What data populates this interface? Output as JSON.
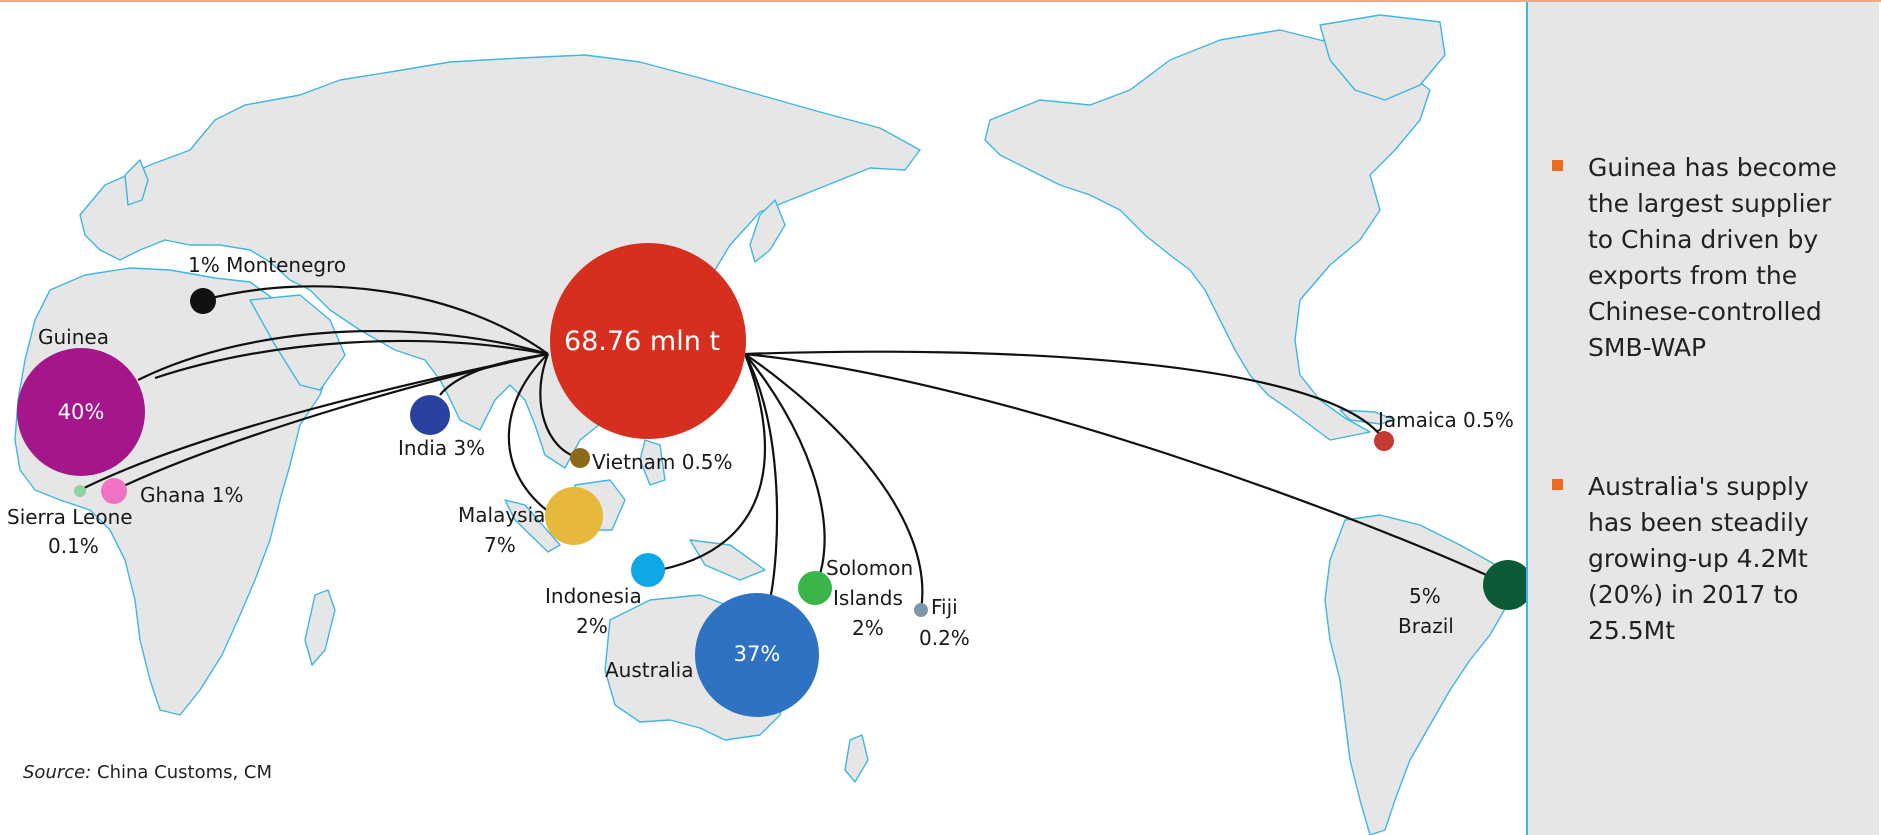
{
  "hub": {
    "label": "68.76 mln t",
    "color": "#d62f1f"
  },
  "origins": [
    {
      "id": "guinea",
      "name": "Guinea",
      "share": "40%",
      "color": "#a4168a"
    },
    {
      "id": "australia",
      "name": "Australia",
      "share": "37%",
      "color": "#2f72c4"
    },
    {
      "id": "malaysia",
      "name": "Malaysia",
      "share": "7%",
      "color": "#e6b83c"
    },
    {
      "id": "brazil",
      "name": "Brazil",
      "share": "5%",
      "color": "#0d5b36"
    },
    {
      "id": "india",
      "name": "India",
      "share": "3%",
      "color": "#2a41a0"
    },
    {
      "id": "indonesia",
      "name": "Indonesia",
      "share": "2%",
      "color": "#0fa7e8"
    },
    {
      "id": "solomon",
      "name": "Solomon Islands",
      "share": "2%",
      "color": "#3ab54a"
    },
    {
      "id": "montenegro",
      "name": "Montenegro",
      "share": "1%",
      "color": "#111111"
    },
    {
      "id": "ghana",
      "name": "Ghana",
      "share": "1%",
      "color": "#ef73c1"
    },
    {
      "id": "vietnam",
      "name": "Vietnam",
      "share": "0.5%",
      "color": "#8b6a1a"
    },
    {
      "id": "jamaica",
      "name": "Jamaica",
      "share": "0.5%",
      "color": "#c63a33"
    },
    {
      "id": "fiji",
      "name": "Fiji",
      "share": "0.2%",
      "color": "#7f97ab"
    },
    {
      "id": "sierraleone",
      "name": "Sierra Leone",
      "share": "0.1%",
      "color": "#8fd3a0"
    }
  ],
  "labels": {
    "montenegro": "1% Montenegro",
    "guinea_name": "Guinea",
    "guinea_share": "40%",
    "sierra_line1": "Sierra Leone",
    "sierra_line2": "0.1%",
    "ghana": "Ghana 1%",
    "india": "India 3%",
    "vietnam": "Vietnam 0.5%",
    "malaysia_line1": "Malaysia",
    "malaysia_line2": "7%",
    "indonesia_line1": "Indonesia",
    "indonesia_line2": "2%",
    "australia_name": "Australia",
    "australia_share": "37%",
    "solomon_line1": "Solomon",
    "solomon_line2": "Islands",
    "solomon_line3": "2%",
    "fiji_line1": "Fiji",
    "fiji_line2": "0.2%",
    "jamaica": "Jamaica 0.5%",
    "brazil_line1": "5%",
    "brazil_line2": "Brazil"
  },
  "panel": {
    "bullets": [
      "Guinea has become\nthe largest supplier\nto China driven by\nexports from the\nChinese-controlled\nSMB-WAP",
      "Australia's supply\nhas been steadily\ngrowing-up 4.2Mt\n(20%) in 2017 to 25.5Mt"
    ],
    "accent": "#ee6a22"
  },
  "source": {
    "prefix": "Source:",
    "text": " China Customs, CM"
  },
  "colors": {
    "land": "#e6e6e6",
    "coast": "#3fb7e0",
    "panel": "#e6e6e6"
  }
}
